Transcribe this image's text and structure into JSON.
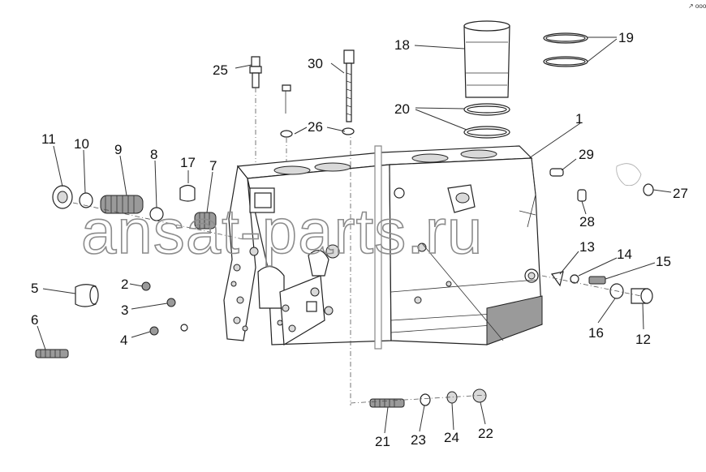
{
  "diagram": {
    "watermark": "ansat-parts.ru",
    "corner_mark": "↗ ooo",
    "callouts": [
      {
        "id": "n1",
        "label": "1"
      },
      {
        "id": "n2",
        "label": "2"
      },
      {
        "id": "n3",
        "label": "3"
      },
      {
        "id": "n4",
        "label": "4"
      },
      {
        "id": "n5",
        "label": "5"
      },
      {
        "id": "n6",
        "label": "6"
      },
      {
        "id": "n7",
        "label": "7"
      },
      {
        "id": "n8",
        "label": "8"
      },
      {
        "id": "n9",
        "label": "9"
      },
      {
        "id": "n10",
        "label": "10"
      },
      {
        "id": "n11",
        "label": "11"
      },
      {
        "id": "n12",
        "label": "12"
      },
      {
        "id": "n13",
        "label": "13"
      },
      {
        "id": "n14",
        "label": "14"
      },
      {
        "id": "n15",
        "label": "15"
      },
      {
        "id": "n16",
        "label": "16"
      },
      {
        "id": "n17",
        "label": "17"
      },
      {
        "id": "n18",
        "label": "18"
      },
      {
        "id": "n19",
        "label": "19"
      },
      {
        "id": "n20",
        "label": "20"
      },
      {
        "id": "n21",
        "label": "21"
      },
      {
        "id": "n22",
        "label": "22"
      },
      {
        "id": "n23",
        "label": "23"
      },
      {
        "id": "n24",
        "label": "24"
      },
      {
        "id": "n25",
        "label": "25"
      },
      {
        "id": "n26",
        "label": "26"
      },
      {
        "id": "n27",
        "label": "27"
      },
      {
        "id": "n28",
        "label": "28"
      },
      {
        "id": "n29",
        "label": "29"
      },
      {
        "id": "n30",
        "label": "30"
      }
    ]
  }
}
